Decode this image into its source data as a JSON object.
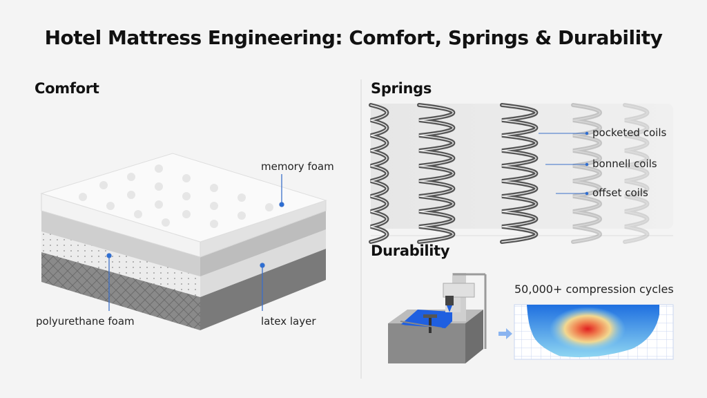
{
  "title": "Hotel Mattress Engineering: Comfort, Springs & Durability",
  "comfort": {
    "heading": "Comfort",
    "labels": {
      "memory_foam": "memory foam",
      "polyurethane_foam": "polyurethane foam",
      "latex_layer": "latex layer"
    }
  },
  "springs": {
    "heading": "Springs",
    "labels": [
      "pocketed coils",
      "bonnell coils",
      "offset coils"
    ]
  },
  "durability": {
    "heading": "Durability",
    "caption": "50,000+ compression cycles"
  },
  "colors": {
    "accent": "#2a6fd6",
    "leader": "#3a6fc9"
  }
}
